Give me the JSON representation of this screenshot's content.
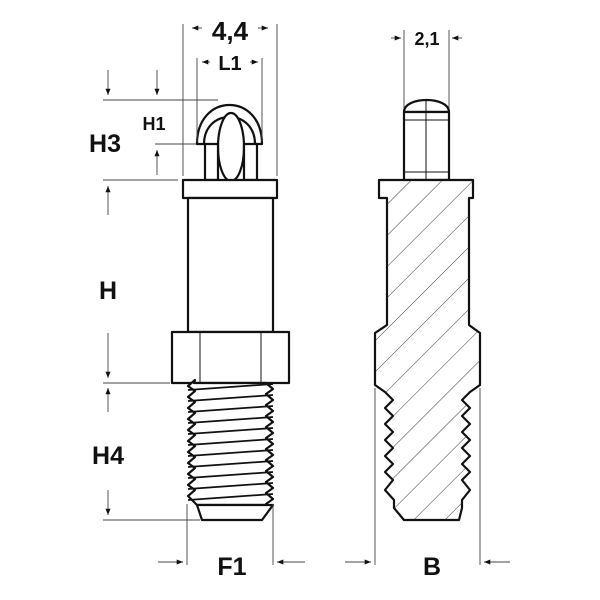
{
  "labels": {
    "width_total": "4,4",
    "L1": "L1",
    "pin_width": "2,1",
    "H1": "H1",
    "H3": "H3",
    "H": "H",
    "H4": "H4",
    "F1": "F1",
    "B": "B"
  },
  "colors": {
    "line": "#111111",
    "background": "#ffffff"
  }
}
